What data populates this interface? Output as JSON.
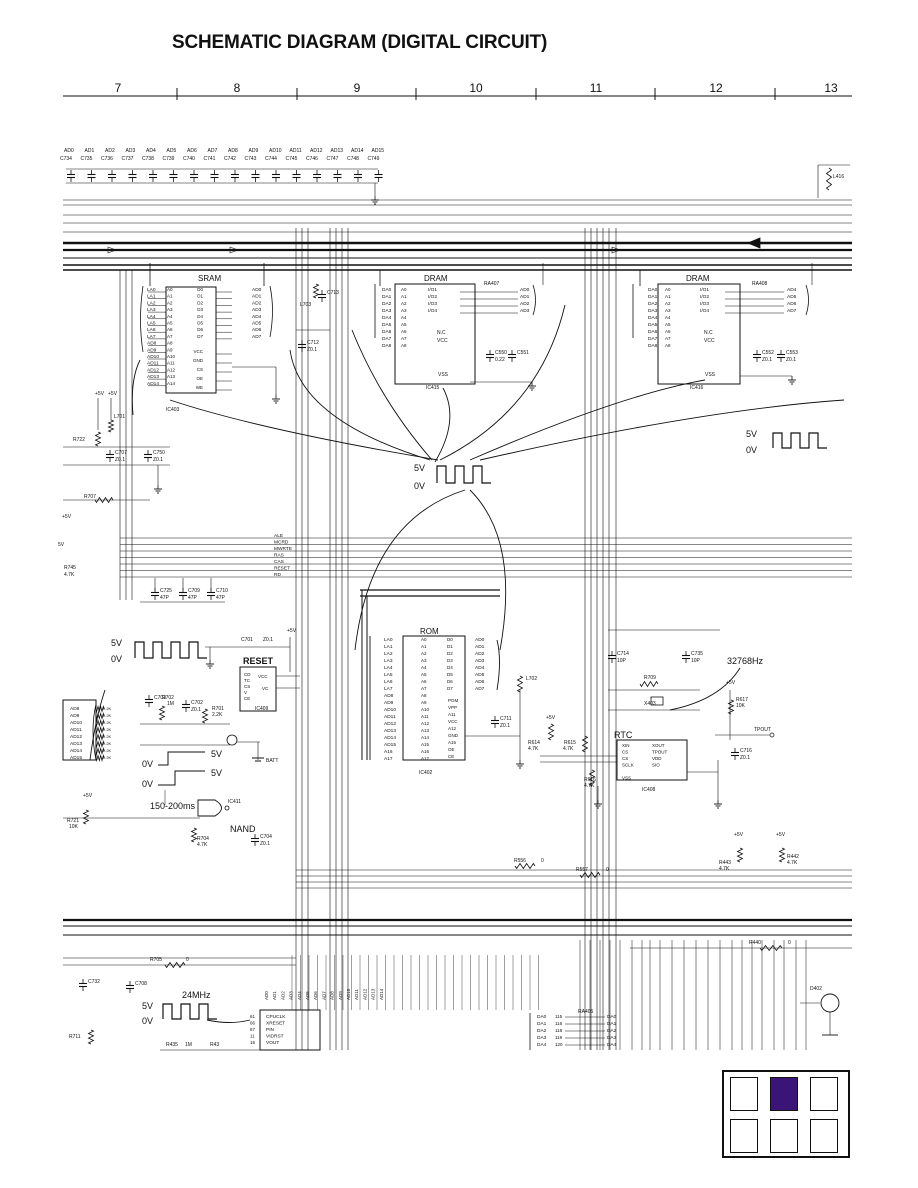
{
  "title": "SCHEMATIC DIAGRAM  (DIGITAL CIRCUIT)",
  "ruler": {
    "columns": [
      "7",
      "8",
      "9",
      "10",
      "11",
      "12",
      "13"
    ]
  },
  "top_caps": {
    "ad": [
      "AD0",
      "AD1",
      "AD2",
      "AD3",
      "AD4",
      "AD5",
      "AD6",
      "AD7",
      "AD8",
      "AD9",
      "AD10",
      "AD11",
      "AD12",
      "AD13",
      "AD14",
      "AD15"
    ],
    "caps": [
      "C734",
      "C735",
      "C736",
      "C737",
      "C738",
      "C739",
      "C740",
      "C741",
      "C742",
      "C743",
      "C744",
      "C745",
      "C746",
      "C747",
      "C748",
      "C749"
    ],
    "inductor": "L416"
  },
  "sram": {
    "title": "SRAM",
    "ref": "IC403",
    "inductor": "L703",
    "cap": "C713",
    "cap2": "C712",
    "cap2_val": "Z0.1",
    "left": [
      "LA0",
      "LA1",
      "LA2",
      "LA3",
      "LA4",
      "LA5",
      "LA6",
      "LA7",
      "AD8",
      "AD9",
      "AD10",
      "AD11",
      "AD12",
      "AD13",
      "AD14"
    ],
    "pins_in": [
      "A0",
      "A1",
      "A2",
      "A3",
      "A4",
      "A5",
      "A6",
      "A7",
      "A8",
      "A9",
      "A10",
      "A11",
      "A12",
      "A13",
      "A14"
    ],
    "pins_out": [
      "D0",
      "D1",
      "D2",
      "D3",
      "D4",
      "D5",
      "D6",
      "D7",
      "VCC",
      "GND",
      "CS",
      "OE",
      "WE"
    ],
    "right": [
      "AD0",
      "AD1",
      "AD2",
      "AD3",
      "AD4",
      "AD5",
      "AD6",
      "AD7"
    ]
  },
  "dram1": {
    "title": "DRAM",
    "ref": "IC415",
    "ra": "RA407",
    "left": [
      "DA0",
      "DA1",
      "DA2",
      "DA3",
      "DA4",
      "DA5",
      "DA6",
      "DA7",
      "DA8"
    ],
    "io": [
      "I/O1",
      "I/O2",
      "I/O3",
      "I/O4"
    ],
    "right": [
      "AD0",
      "AD1",
      "AD2",
      "AD3"
    ],
    "caps": [
      "C550",
      "C551"
    ],
    "cap_val": "0.22",
    "nc": "N.C",
    "vcc": "VCC",
    "vss": "VSS"
  },
  "dram2": {
    "title": "DRAM",
    "ref": "IC416",
    "ra": "RA408",
    "left": [
      "DA0",
      "DA1",
      "DA2",
      "DA3",
      "DA4",
      "DA5",
      "DA6",
      "DA7",
      "DA8"
    ],
    "io": [
      "I/O1",
      "I/O2",
      "I/O3",
      "I/O4"
    ],
    "right": [
      "AD4",
      "AD5",
      "AD6",
      "AD7"
    ],
    "caps": [
      "C552",
      "C553"
    ],
    "cap_val": "Z0.1"
  },
  "left_parts": {
    "l701": "L701",
    "r722": "R722",
    "c707": "C707",
    "c750": "C750",
    "cval": "Z0.1",
    "r707": "R707",
    "r745": "R745",
    "r745v": "4.7K",
    "p5v": "+5V"
  },
  "bus_labels": [
    "ALE",
    "MCRD",
    "MWRTE",
    "RAS",
    "CAS",
    "RESET",
    "RD"
  ],
  "bus_caps": {
    "names": [
      "C725",
      "C709",
      "C710"
    ],
    "val": "47P"
  },
  "waveforms": {
    "center_high": "5V",
    "center_low": "0V",
    "right_high": "5V",
    "right_low": "0V",
    "reset_high": "5V",
    "reset_low": "0V",
    "clk_high": "5V",
    "clk_low": "0V",
    "clk_label": "24MHz"
  },
  "reset_block": {
    "title": "RESET",
    "ref": "IC409",
    "c701": "C701",
    "c701v": "Z0.1",
    "p5v": "+5V",
    "c703": "C703",
    "r702": "R702",
    "r702v": "1M",
    "c702": "C702",
    "c702v": "Z0.1",
    "r701": "R701",
    "r701v": "2.2K",
    "batt": "BATT",
    "nand": "NAND",
    "ic411": "IC411",
    "r704": "R704",
    "r704v": "4.7K",
    "c704": "C704",
    "c704v": "Z0.1",
    "v5a": "5V",
    "v5b": "5V",
    "v0a": "0V",
    "v0b": "0V",
    "pulse": "150-200ms",
    "r721": "R721",
    "r721v": "10K"
  },
  "left_ad": [
    "AD8",
    "AD9",
    "AD10",
    "AD11",
    "AD12",
    "AD13",
    "AD14",
    "AD15"
  ],
  "rom": {
    "title": "ROM",
    "ref": "IC402",
    "l702": "L702",
    "c711": "C711",
    "c711v": "Z0.1",
    "left": [
      "LA0",
      "LA1",
      "LA2",
      "LA3",
      "LA4",
      "LA5",
      "LA6",
      "LA7",
      "AD8",
      "AD9",
      "AD10",
      "AD11",
      "AD12",
      "AD13",
      "AD14",
      "AD15",
      "A16",
      "A17"
    ],
    "right": [
      "AD0",
      "AD1",
      "AD2",
      "AD3",
      "AD4",
      "AD5",
      "AD6",
      "AD7"
    ]
  },
  "rtc": {
    "title": "RTC",
    "ref": "IC408",
    "freq": "32768Hz",
    "c714": "C714",
    "c714v": "10P",
    "c735": "C735",
    "c735v": "10P",
    "r709": "R709",
    "x403": "X403",
    "r617": "R617",
    "r617v": "10K",
    "c716": "C716",
    "c716v": "Z0.1",
    "tpout": "TPOUT",
    "r614": "R614",
    "r615": "R615",
    "r616": "R616",
    "rv": "4.7K",
    "p5v": "+5V",
    "pins": [
      "XIN",
      "XOUT",
      "TPOUT",
      "VDD",
      "SCLK",
      "SIO",
      "CS",
      "VSS"
    ]
  },
  "bottom": {
    "r556": "R556",
    "r557": "R557",
    "r443": "R443",
    "r442": "R442",
    "rv": "4.7K",
    "r440": "R440",
    "d402": "D402",
    "r705": "R705",
    "c708": "C708",
    "c732": "C732",
    "r711": "R711",
    "r435": "R435",
    "r435v": "1M",
    "r436": "R43",
    "ra405": "RA405",
    "cpu_pins": [
      "CPUCLK",
      "XRESET",
      "PIN",
      "VIDRST",
      "VOUT"
    ],
    "da": [
      "DA0",
      "DA1",
      "DA2",
      "DA3",
      "DA4"
    ],
    "da_pins": [
      "115",
      "116",
      "118",
      "119",
      "120"
    ]
  },
  "page_indicator": {
    "rows": 2,
    "cols": 3,
    "active": 1,
    "active_color": "#3a1577"
  }
}
